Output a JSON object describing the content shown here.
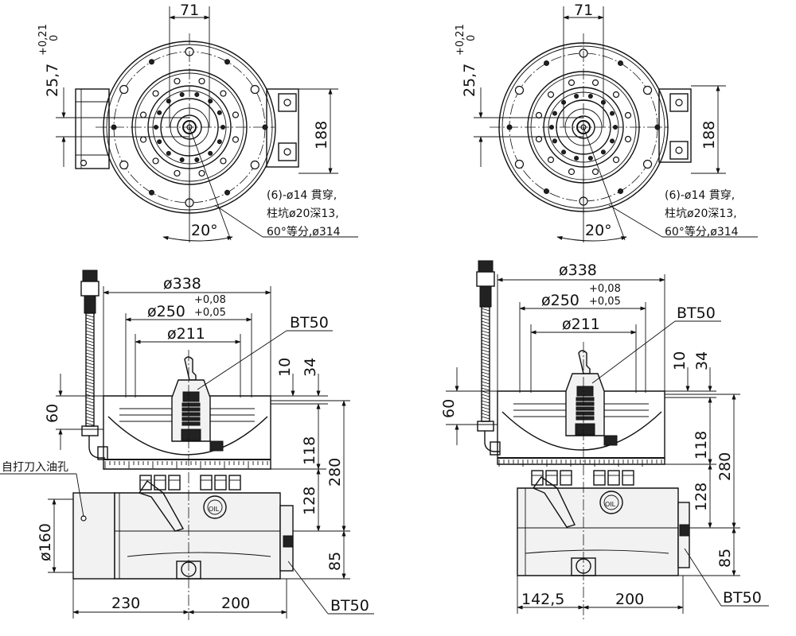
{
  "left_view": {
    "top": {
      "dim_71": "71",
      "dim_25_7": "25,7",
      "tol_25_7_upper": "+0,21",
      "tol_25_7_lower": "0",
      "dim_188": "188",
      "angle_20": "20°",
      "note_line1": "(6)-ø14 貫穿,",
      "note_line2": "柱坑ø20深13,",
      "note_line3": "60°等分,ø314"
    },
    "front": {
      "dia_338": "ø338",
      "dia_250": "ø250",
      "tol_250_upper": "+0,08",
      "tol_250_lower": "+0,05",
      "dia_211": "ø211",
      "label_bt50_top": "BT50",
      "dim_10": "10",
      "dim_34": "34",
      "dim_60": "60",
      "dim_118": "118",
      "dim_280": "280",
      "dim_128": "128",
      "dim_85": "85",
      "dia_160": "ø160",
      "dim_230": "230",
      "dim_200": "200",
      "label_bt50_bottom": "BT50",
      "label_oil_hole": "自打刀入油孔",
      "oil_label": "OIL"
    }
  },
  "right_view": {
    "top": {
      "dim_71": "71",
      "dim_25_7": "25,7",
      "tol_25_7_upper": "+0,21",
      "tol_25_7_lower": "0",
      "dim_188": "188",
      "angle_20": "20°",
      "note_line1": "(6)-ø14 貫穿,",
      "note_line2": "柱坑ø20深13,",
      "note_line3": "60°等分,ø314"
    },
    "front": {
      "dia_338": "ø338",
      "dia_250": "ø250",
      "tol_250_upper": "+0,08",
      "tol_250_lower": "+0,05",
      "dia_211": "ø211",
      "label_bt50_top": "BT50",
      "dim_10": "10",
      "dim_34": "34",
      "dim_60": "60",
      "dim_118": "118",
      "dim_280": "280",
      "dim_128": "128",
      "dim_85": "85",
      "dim_142_5": "142,5",
      "dim_200": "200",
      "label_bt50_bottom": "BT50",
      "oil_label": "OIL"
    }
  }
}
